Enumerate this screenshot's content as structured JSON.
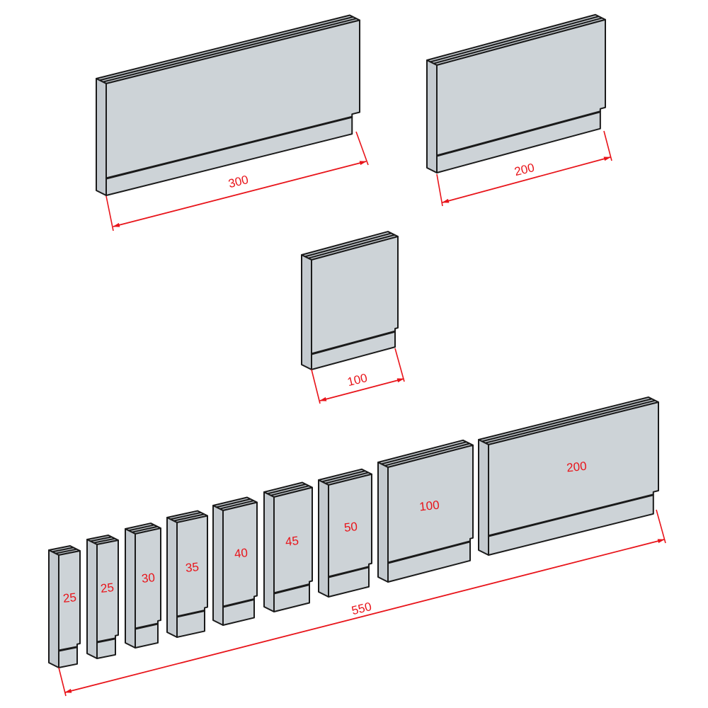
{
  "colors": {
    "face": "#cdd3d7",
    "side": "#c4cacf",
    "outline": "#1a1a1a",
    "dimension": "#e8141a"
  },
  "blocks": [
    {
      "id": "segment-300",
      "label": "300",
      "dim": "300"
    },
    {
      "id": "segment-200-top",
      "label": "200",
      "dim": "200"
    },
    {
      "id": "segment-100-middle",
      "label": "100",
      "dim": "100"
    },
    {
      "id": "set-25a",
      "label": "25"
    },
    {
      "id": "set-25b",
      "label": "25"
    },
    {
      "id": "set-30",
      "label": "30"
    },
    {
      "id": "set-35",
      "label": "35"
    },
    {
      "id": "set-40",
      "label": "40"
    },
    {
      "id": "set-45",
      "label": "45"
    },
    {
      "id": "set-50",
      "label": "50"
    },
    {
      "id": "set-100",
      "label": "100"
    },
    {
      "id": "set-200",
      "label": "200"
    }
  ],
  "total_dimension": "550"
}
